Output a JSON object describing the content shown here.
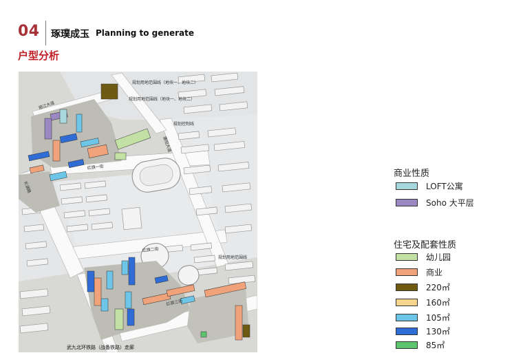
{
  "header": {
    "section_number": "04",
    "title_cn": "琢璞成玉",
    "title_en": "Planning to generate"
  },
  "subtitle": "户型分析",
  "map": {
    "labels": {
      "north_street": "丽江大道",
      "west_street": "长湖路",
      "south_corridor": "武九北环铁路（战备铁路）走廊",
      "inner_street_1": "红旗一街",
      "inner_street_2": "红旗二街",
      "inner_street_3": "红旗三街",
      "east_street": "康阳大道",
      "plan_note_1": "规划用地范围线（地块一、地块二）",
      "plan_note_2": "规划用地范围线（地块一、地块二）",
      "plan_note_3": "规划控制线",
      "plan_note_4": "规划用地范围线"
    },
    "colors": {
      "loft": "#a7d8de",
      "soho": "#9b87c2",
      "kindergarten": "#c3e0a5",
      "commercial": "#f0a27b",
      "unit_220": "#6e5a12",
      "unit_160": "#f6d68e",
      "unit_105": "#6dc5e8",
      "unit_130": "#2f6cd6",
      "unit_85": "#5fc46e"
    }
  },
  "legend": {
    "group1_title": "商业性质",
    "group1_items": [
      {
        "label": "LOFT公寓",
        "color": "#a7d8de"
      },
      {
        "label": "Soho 大平层",
        "color": "#9b87c2"
      }
    ],
    "group2_title": "住宅及配套性质",
    "group2_items": [
      {
        "label": "幼儿园",
        "color": "#c3e0a5"
      },
      {
        "label": "商业",
        "color": "#f0a27b"
      },
      {
        "label": "220㎡",
        "color": "#6e5a12"
      },
      {
        "label": "160㎡",
        "color": "#f6d68e"
      },
      {
        "label": "105㎡",
        "color": "#6dc5e8"
      },
      {
        "label": "130㎡",
        "color": "#2f6cd6"
      },
      {
        "label": "85㎡",
        "color": "#5fc46e"
      }
    ]
  }
}
